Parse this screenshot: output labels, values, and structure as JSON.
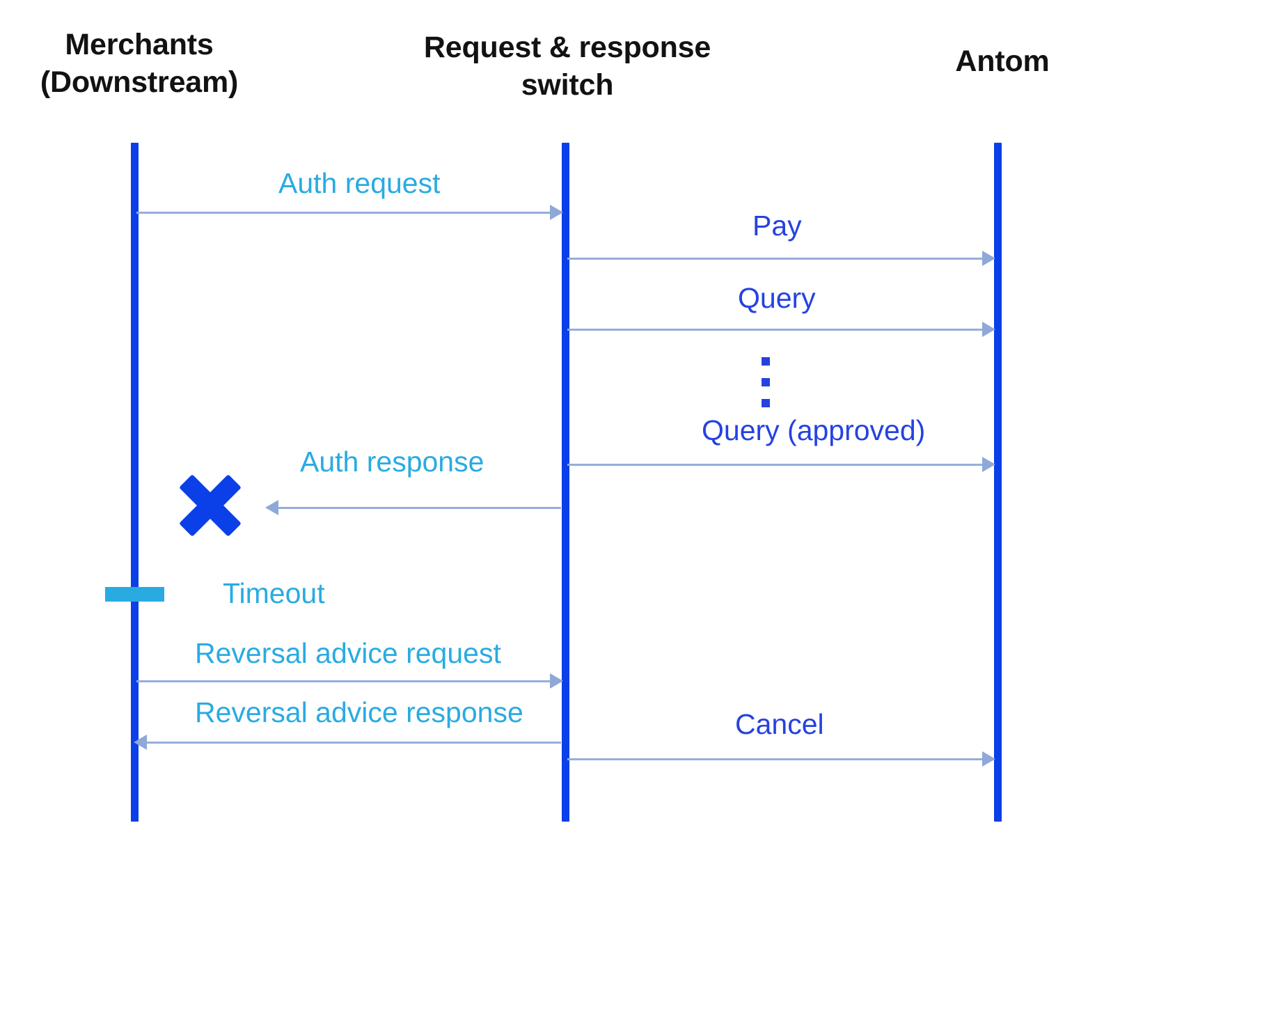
{
  "diagram": {
    "title_color": "#121212",
    "accent_cyan": "#29ABE2",
    "accent_blue": "#2542E0",
    "lifeline_color": "#0B3FE8",
    "arrow_color": "#95AEDB",
    "actors": [
      {
        "id": "merchants",
        "label": "Merchants\n(Downstream)"
      },
      {
        "id": "switch",
        "label": "Request & response\nswitch"
      },
      {
        "id": "antom",
        "label": "Antom"
      }
    ],
    "messages": [
      {
        "id": "auth-request",
        "label": "Auth request",
        "from": "merchants",
        "to": "switch",
        "direction": "right",
        "style": "cyan"
      },
      {
        "id": "pay",
        "label": "Pay",
        "from": "switch",
        "to": "antom",
        "direction": "right",
        "style": "blue"
      },
      {
        "id": "query",
        "label": "Query",
        "from": "switch",
        "to": "antom",
        "direction": "right",
        "style": "blue"
      },
      {
        "id": "query-approved",
        "label": "Query (approved)",
        "from": "switch",
        "to": "antom",
        "direction": "right",
        "style": "blue"
      },
      {
        "id": "auth-response",
        "label": "Auth response",
        "from": "switch",
        "to": "merchants",
        "direction": "left",
        "style": "cyan"
      },
      {
        "id": "reversal-advice-request",
        "label": "Reversal advice request",
        "from": "merchants",
        "to": "switch",
        "direction": "right",
        "style": "cyan"
      },
      {
        "id": "reversal-advice-response",
        "label": "Reversal advice response",
        "from": "switch",
        "to": "merchants",
        "direction": "left",
        "style": "cyan"
      },
      {
        "id": "cancel",
        "label": "Cancel",
        "from": "switch",
        "to": "antom",
        "direction": "right",
        "style": "blue"
      }
    ],
    "markers": [
      {
        "id": "failed-delivery",
        "symbol": "x-mark",
        "on": "merchants"
      },
      {
        "id": "timeout",
        "symbol": "timeout-bar",
        "on": "merchants",
        "label": "Timeout"
      },
      {
        "id": "repetition",
        "symbol": "vertical-ellipsis",
        "between": "antom-queries"
      }
    ]
  }
}
